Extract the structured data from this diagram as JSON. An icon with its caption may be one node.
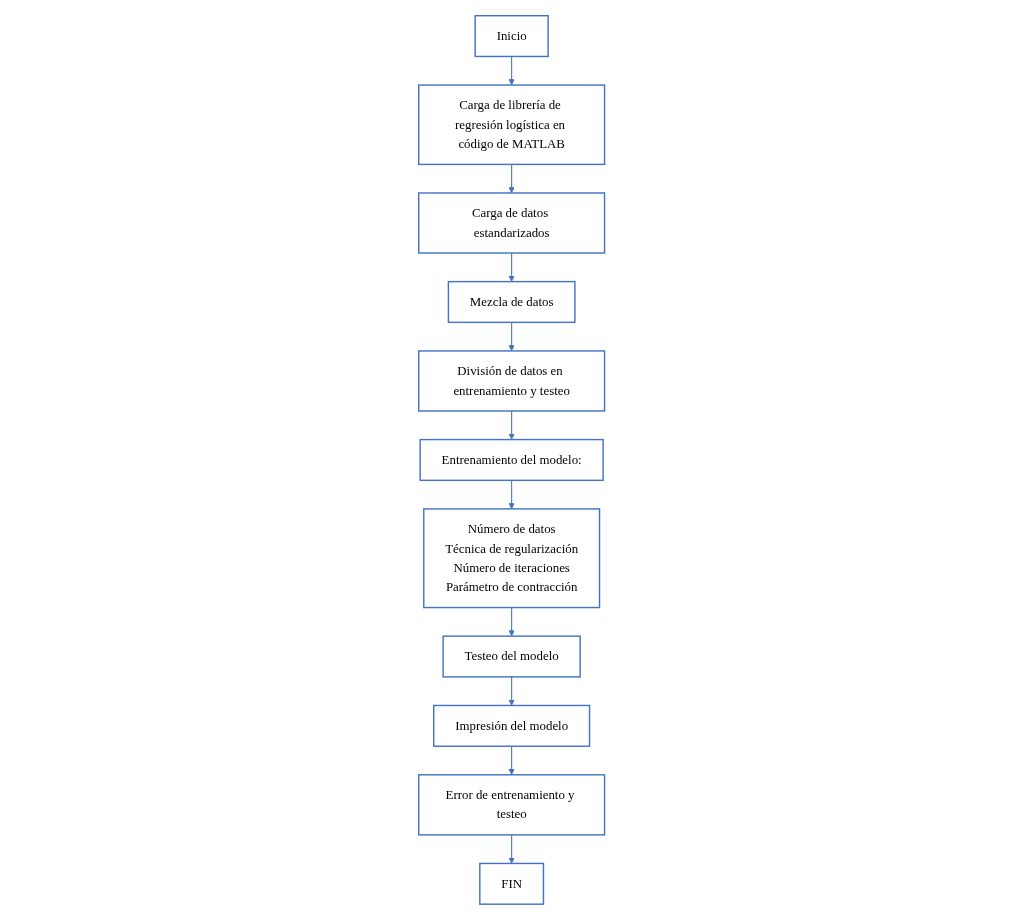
{
  "diagram": {
    "nodes": [
      {
        "text": [
          "Inicio"
        ]
      },
      {
        "text": [
          "Carga de librería de regresión logística en código de MATLAB"
        ]
      },
      {
        "text": [
          "Carga de datos estandarizados"
        ]
      },
      {
        "text": [
          "Mezcla de datos"
        ]
      },
      {
        "text": [
          "División de datos en entrenamiento y testeo"
        ]
      },
      {
        "text": [
          "Entrenamiento del modelo:"
        ]
      },
      {
        "text": [
          "Número de datos",
          "Técnica de regularización",
          "Número de iteraciones",
          "Parámetro de contracción"
        ]
      },
      {
        "text": [
          "Testeo del modelo"
        ]
      },
      {
        "text": [
          "Impresión del modelo"
        ]
      },
      {
        "text": [
          "Error de entrenamiento y testeo"
        ]
      },
      {
        "text": [
          "FIN"
        ]
      }
    ],
    "edges": [
      {
        "from": 0,
        "to": 1,
        "arrow": "to"
      },
      {
        "from": 1,
        "to": 2,
        "arrow": "to"
      },
      {
        "from": 2,
        "to": 3,
        "arrow": "to"
      },
      {
        "from": 3,
        "to": 4,
        "arrow": "to"
      },
      {
        "from": 4,
        "to": 5,
        "arrow": "to"
      },
      {
        "from": 5,
        "to": 6,
        "arrow": "to"
      },
      {
        "from": 6,
        "to": 7,
        "arrow": "to"
      },
      {
        "from": 7,
        "to": 8,
        "arrow": "to"
      },
      {
        "from": 8,
        "to": 9,
        "arrow": "to"
      },
      {
        "from": 9,
        "to": 10,
        "arrow": "to"
      }
    ]
  }
}
